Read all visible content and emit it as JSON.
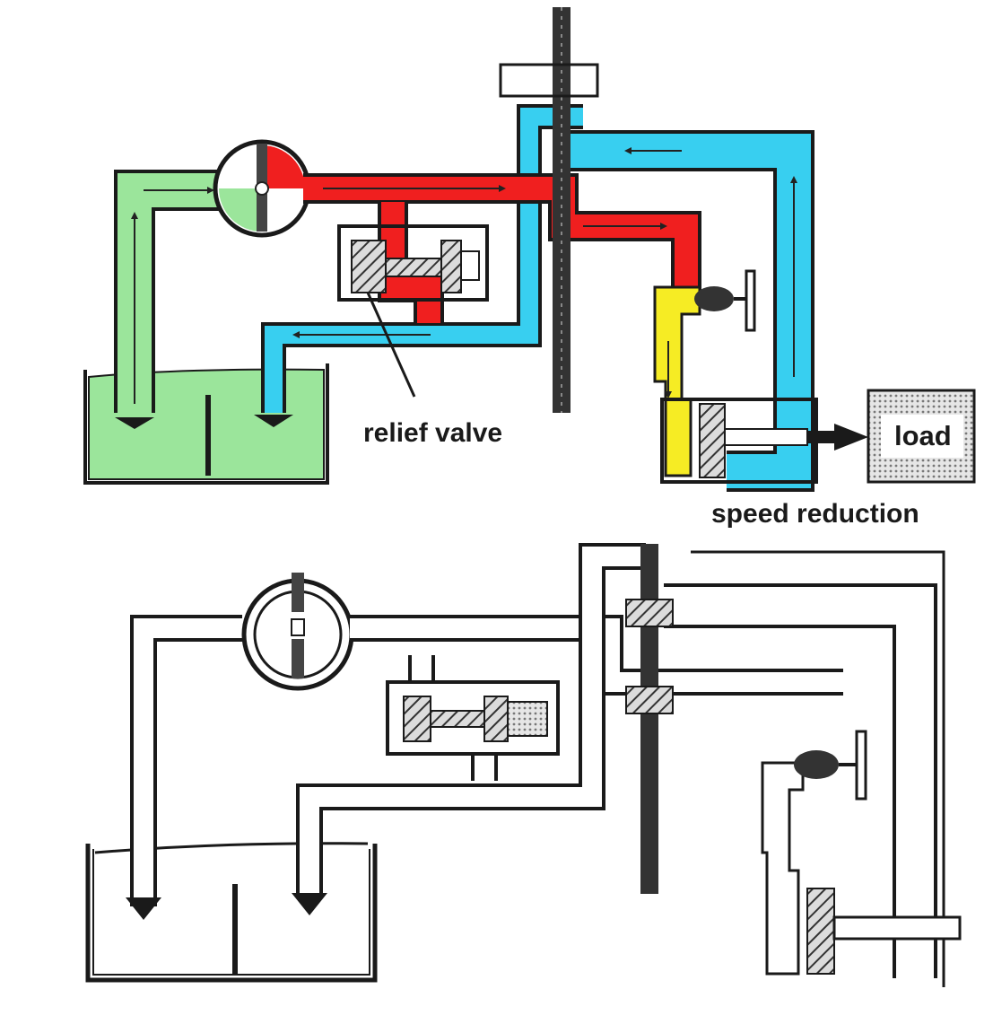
{
  "labels": {
    "relief_valve": "relief valve",
    "load": "load",
    "speed_reduction": "speed reduction"
  },
  "colors": {
    "suction_oil": "#9be59b",
    "pressure_oil": "#f01f1f",
    "return_oil": "#38cff0",
    "metered_oil": "#f6ec24",
    "pipe_outline": "#1a1a1a",
    "component": "#555555",
    "load_box": "#d8d8d8"
  },
  "icons": [
    "pump-icon",
    "relief-valve-spool-icon",
    "flow-control-valve-icon",
    "cylinder-piston-icon",
    "tank-icon",
    "arrow-right-icon"
  ]
}
